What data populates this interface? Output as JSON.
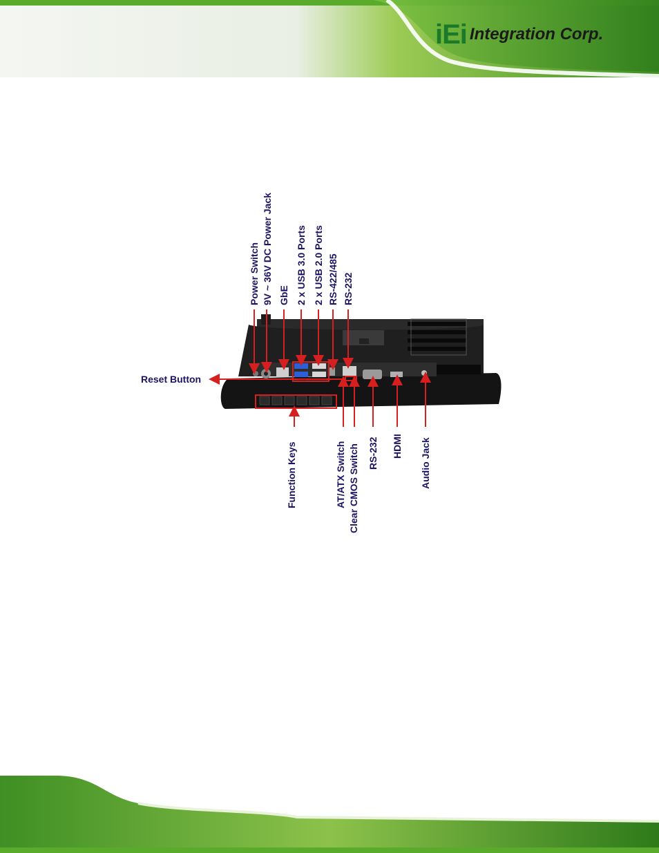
{
  "header": {
    "logo_mark": "iEi",
    "logo_text": "Integration Corp."
  },
  "colors": {
    "label": "#1b1464",
    "callout": "#d62020",
    "brand_green": "#1a7a2a"
  },
  "labels": {
    "power_switch": "Power Switch",
    "power_jack": "9V ~ 36V DC Power Jack",
    "gbe": "GbE",
    "usb3": "2 x USB 3.0 Ports",
    "usb2": "2 x USB 2.0 Ports",
    "rs422": "RS-422/485",
    "rs232_top": "RS-232",
    "reset": "Reset Button",
    "function_keys": "Function Keys",
    "at_atx": "AT/ATX Switch",
    "clear_cmos": "Clear CMOS Switch",
    "rs232_bottom": "RS-232",
    "hdmi": "HDMI",
    "audio": "Audio Jack"
  }
}
